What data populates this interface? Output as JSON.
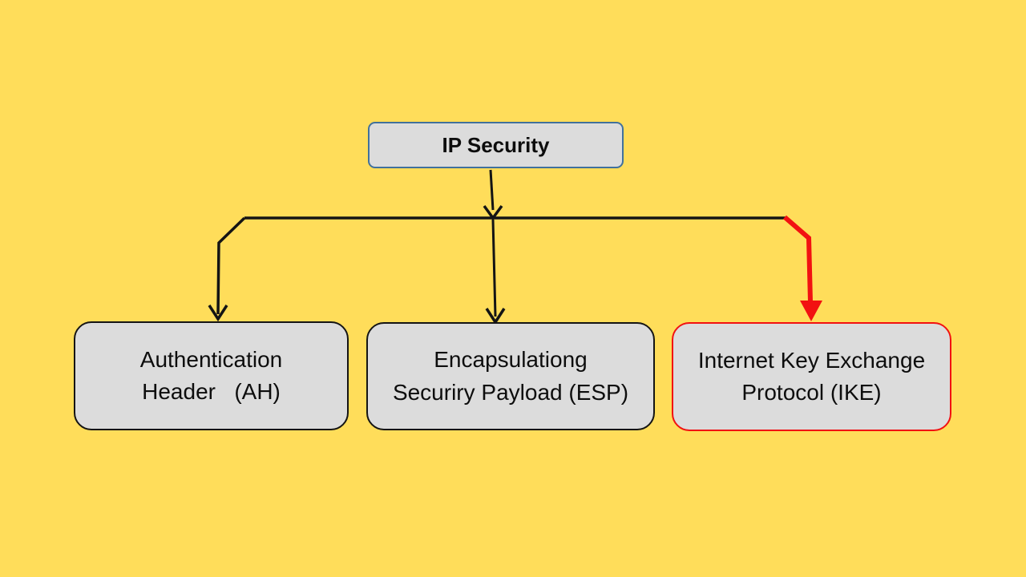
{
  "diagram": {
    "root": {
      "label": "IP Security"
    },
    "children": [
      {
        "id": "ah",
        "label": "Authentication\nHeader   (AH)"
      },
      {
        "id": "esp",
        "label": "Encapsulationg\nSecuriry Payload (ESP)"
      },
      {
        "id": "ike",
        "label": "Internet Key Exchange\nProtocol (IKE)",
        "highlighted": true
      }
    ]
  },
  "colors": {
    "bg": "#FFDD5A",
    "box-fill": "#DCDCDC",
    "root-border": "#41719C",
    "child-border": "#141414",
    "connector": "#141414",
    "highlight": "#F21111",
    "text": "#0D0D0D"
  }
}
